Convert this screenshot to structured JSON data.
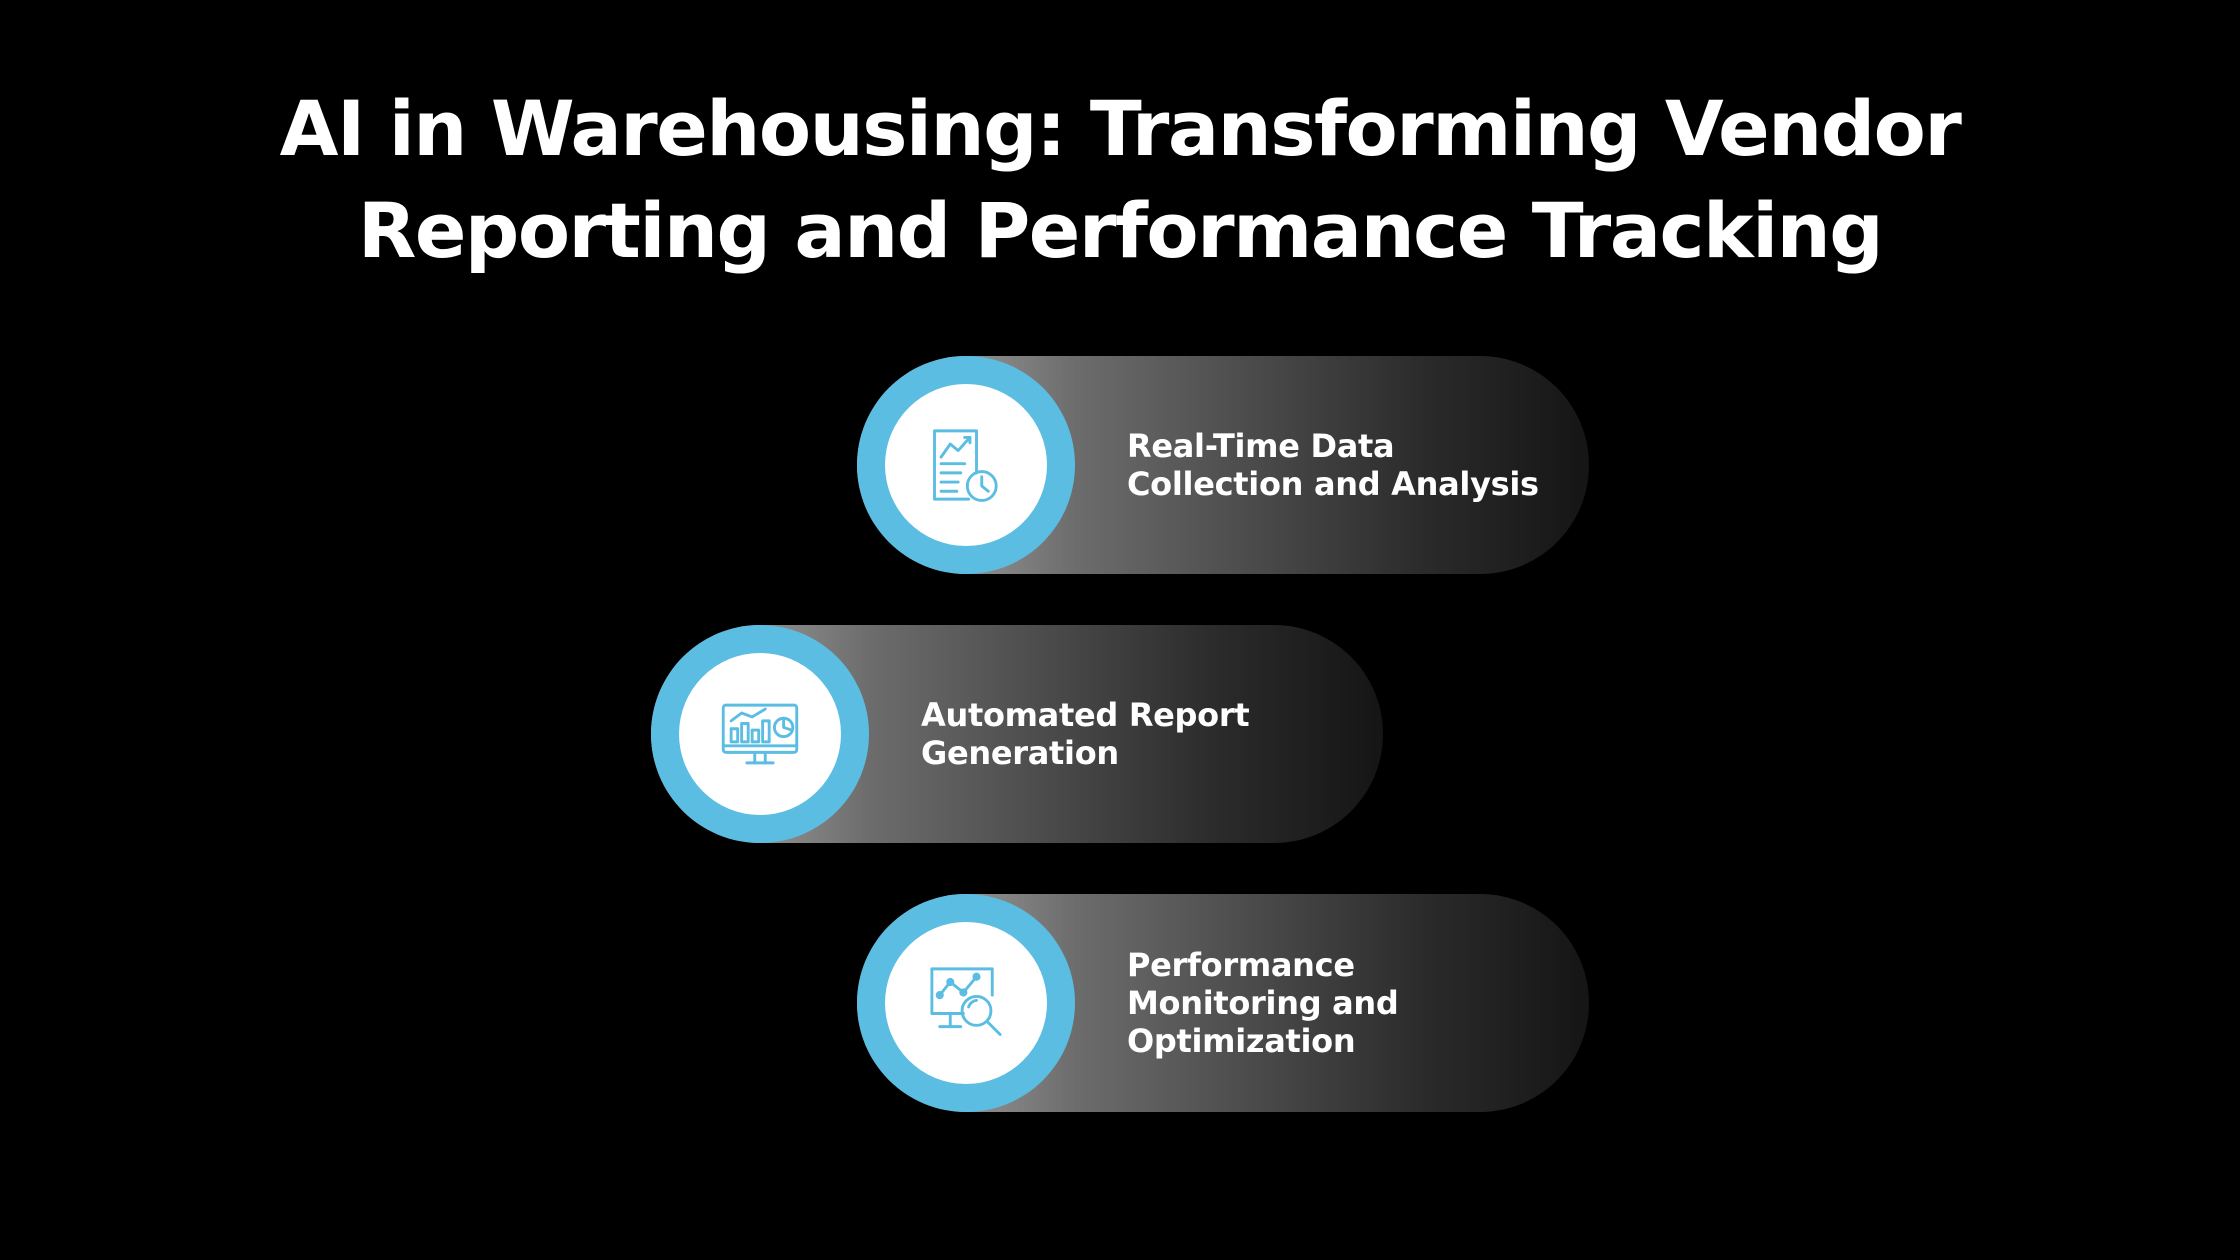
{
  "title": {
    "line1": "AI in Warehousing: Transforming Vendor",
    "line2": "Reporting and Performance Tracking"
  },
  "colors": {
    "background": "#000000",
    "accent": "#5bbde2",
    "text": "#ffffff"
  },
  "items": [
    {
      "icon": "report-clock-icon",
      "lines": [
        "Real-Time Data",
        "Collection and Analysis"
      ]
    },
    {
      "icon": "monitor-dashboard-icon",
      "lines": [
        "Automated Report",
        "Generation"
      ]
    },
    {
      "icon": "monitor-search-icon",
      "lines": [
        "Performance",
        "Monitoring and",
        "Optimization"
      ]
    }
  ]
}
